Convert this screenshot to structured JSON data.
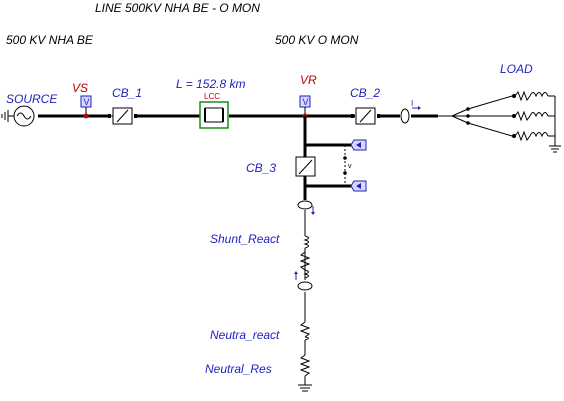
{
  "diagram": {
    "title": "LINE 500KV NHA BE - O MON",
    "station_left": "500 KV NHA BE",
    "station_right": "500 KV O MON",
    "source": "SOURCE",
    "probe_vs": "VS",
    "breaker_1": "CB_1",
    "line_length": "L = 152.8 km",
    "lcc_tag": "LCC",
    "probe_vr": "VR",
    "breaker_2": "CB_2",
    "current_probe": "I",
    "load": "LOAD",
    "breaker_3": "CB_3",
    "breaker_3_flag": "v",
    "shunt_reactor": "Shunt_React",
    "neutral_reactor": "Neutra_react",
    "neutral_resistor": "Neutral_Res"
  },
  "colors": {
    "wire": "#000000",
    "node": "#c00000",
    "label_blue": "#1f1fbf",
    "lcc_box": "#1a8c1a",
    "probe_fill": "#d8d8ff"
  }
}
